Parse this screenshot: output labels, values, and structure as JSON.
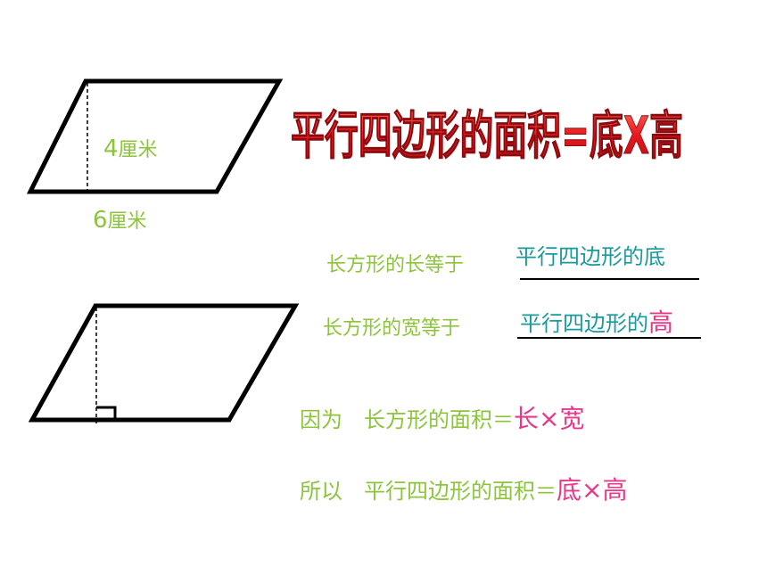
{
  "title": "平行四边形的面积=底X高",
  "figure1": {
    "height_num": "4",
    "height_unit": "厘米",
    "base_num": "6",
    "base_unit": "厘米"
  },
  "fill1": {
    "prompt": "长方形的长等于",
    "answer": "平行四边形的底"
  },
  "fill2": {
    "prompt": "长方形的宽等于",
    "answer_prefix": "平行四边形的",
    "answer_emph": "高"
  },
  "because": {
    "lead": "因为",
    "text": "长方形的面积＝",
    "v1": "长",
    "times": "×",
    "v2": "宽"
  },
  "therefore": {
    "lead": "所以",
    "text": "平行四边形的面积＝",
    "v1": "底",
    "times": "×",
    "v2": "高"
  },
  "colors": {
    "title_red": "#e8181e",
    "green": "#8cc43c",
    "teal": "#1a9a9a",
    "pink": "#e8388a"
  }
}
